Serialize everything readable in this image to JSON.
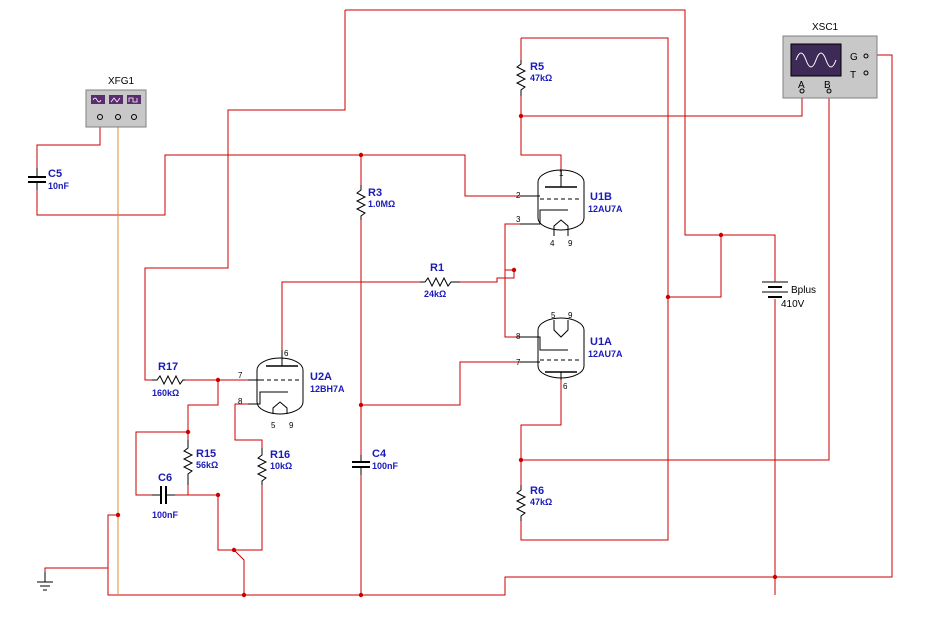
{
  "colors": {
    "wire": "#cc0000",
    "wire_signal": "#d98c3a",
    "component": "#000000",
    "label": "#1a1ab8",
    "instrument_body": "#c8c8c8"
  },
  "instruments": {
    "function_generator": {
      "ref": "XFG1",
      "icon": "function-generator-icon"
    },
    "oscilloscope": {
      "ref": "XSC1",
      "icon": "oscilloscope-icon",
      "terminals": [
        "A",
        "B",
        "G",
        "T"
      ]
    }
  },
  "components": {
    "R5": {
      "ref": "R5",
      "value": "47kΩ"
    },
    "R3": {
      "ref": "R3",
      "value": "1.0MΩ"
    },
    "R1": {
      "ref": "R1",
      "value": "24kΩ"
    },
    "R17": {
      "ref": "R17",
      "value": "160kΩ"
    },
    "R15": {
      "ref": "R15",
      "value": "56kΩ"
    },
    "R16": {
      "ref": "R16",
      "value": "10kΩ"
    },
    "R6": {
      "ref": "R6",
      "value": "47kΩ"
    },
    "C5": {
      "ref": "C5",
      "value": "10nF"
    },
    "C4": {
      "ref": "C4",
      "value": "100nF"
    },
    "C6": {
      "ref": "C6",
      "value": "100nF"
    },
    "U1B": {
      "ref": "U1B",
      "value": "12AU7A",
      "pins": [
        "1",
        "2",
        "3",
        "4",
        "9"
      ]
    },
    "U1A": {
      "ref": "U1A",
      "value": "12AU7A",
      "pins": [
        "8",
        "7",
        "6",
        "5",
        "9"
      ]
    },
    "U2A": {
      "ref": "U2A",
      "value": "12BH7A",
      "pins": [
        "6",
        "7",
        "8",
        "5",
        "9"
      ]
    },
    "battery": {
      "ref": "Bplus",
      "value": "410V"
    }
  }
}
